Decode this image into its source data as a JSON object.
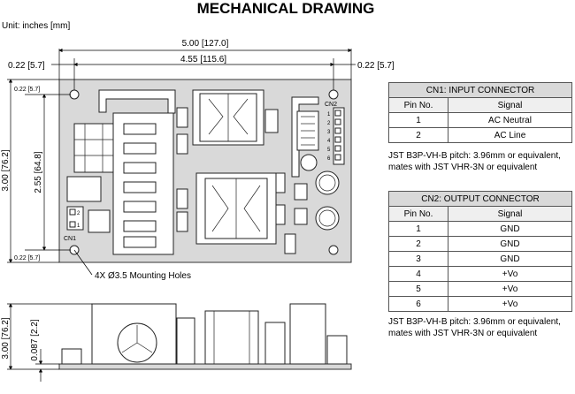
{
  "title": "MECHANICAL DRAWING",
  "unit": "Unit: inches [mm]",
  "dimensions": {
    "overall_width": "5.00 [127.0]",
    "hole_spacing_width": "4.55 [115.6]",
    "edge_left": "0.22 [5.7]",
    "edge_right": "0.22 [5.7]",
    "overall_height": "3.00 [76.2]",
    "hole_spacing_height": "2.55 [64.8]",
    "hole_offset_top": "0.22 [5.7]",
    "hole_offset_bottom": "0.22 [5.7]",
    "side_height": "3.00 [76.2]",
    "standoff": "0.087 [2.2]"
  },
  "labels": {
    "mounting_holes": "4X Ø3.5 Mounting Holes",
    "cn1": "CN1",
    "cn2": "CN2"
  },
  "cn1_pins": [
    "2",
    "1"
  ],
  "cn2_pins": [
    "1",
    "2",
    "3",
    "4",
    "5",
    "6"
  ],
  "cn1_table": {
    "caption": "CN1: INPUT CONNECTOR",
    "headers": [
      "Pin No.",
      "Signal"
    ],
    "rows": [
      [
        "1",
        "AC Neutral"
      ],
      [
        "2",
        "AC Line"
      ]
    ],
    "note": "JST B3P-VH-B pitch: 3.96mm or equivalent, mates with JST VHR-3N or equivalent"
  },
  "cn2_table": {
    "caption": "CN2: OUTPUT CONNECTOR",
    "headers": [
      "Pin No.",
      "Signal"
    ],
    "rows": [
      [
        "1",
        "GND"
      ],
      [
        "2",
        "GND"
      ],
      [
        "3",
        "GND"
      ],
      [
        "4",
        "+Vo"
      ],
      [
        "5",
        "+Vo"
      ],
      [
        "6",
        "+Vo"
      ]
    ],
    "note": "JST B3P-VH-B pitch: 3.96mm or equivalent, mates with JST VHR-3N or equivalent"
  }
}
